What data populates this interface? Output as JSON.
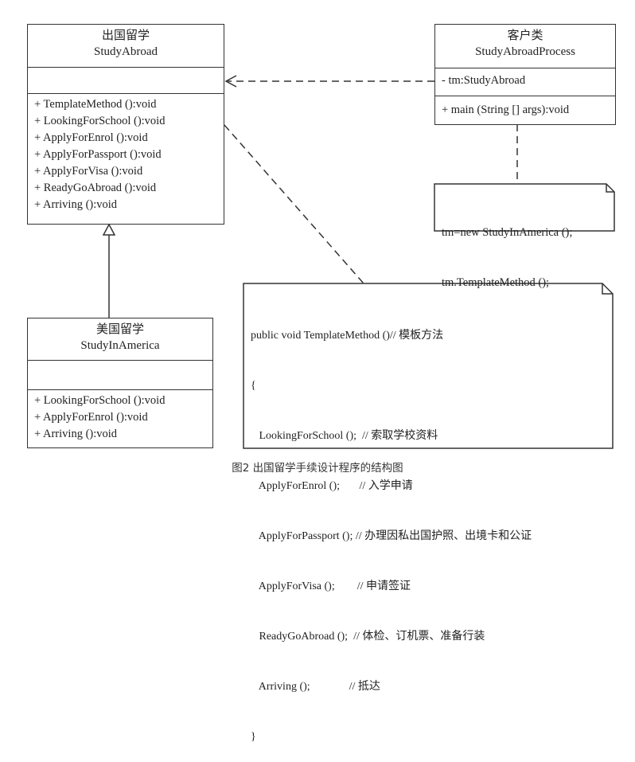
{
  "classes": {
    "study_abroad": {
      "name_cn": "出国留学",
      "name_en": "StudyAbroad",
      "operations": [
        "+ TemplateMethod ():void",
        "+ LookingForSchool ():void",
        "+ ApplyForEnrol ():void",
        "+ ApplyForPassport ():void",
        "+ ApplyForVisa ():void",
        "+ ReadyGoAbroad ():void",
        "+ Arriving ():void"
      ]
    },
    "client": {
      "name_cn": "客户类",
      "name_en": "StudyAbroadProcess",
      "attribute": "- tm:StudyAbroad",
      "operation": "+ main (String [] args):void"
    },
    "study_in_america": {
      "name_cn": "美国留学",
      "name_en": "StudyInAmerica",
      "operations": [
        "+ LookingForSchool ():void",
        "+ ApplyForEnrol ():void",
        "+ Arriving ():void"
      ]
    }
  },
  "notes": {
    "client_note": [
      "tm=new StudyInAmerica ();",
      "tm.TemplateMethod ();"
    ],
    "template_note": [
      "public void TemplateMethod ()// 模板方法",
      "{",
      "   LookingForSchool ();  // 索取学校资料",
      "   ApplyForEnrol ();       // 入学申请",
      "   ApplyForPassport (); // 办理因私出国护照、出境卡和公证",
      "   ApplyForVisa ();        // 申请签证",
      "   ReadyGoAbroad ();  // 体检、订机票、准备行装",
      "   Arriving ();              // 抵达",
      "}"
    ]
  },
  "caption": "图2 出国留学手续设计程序的结构图"
}
